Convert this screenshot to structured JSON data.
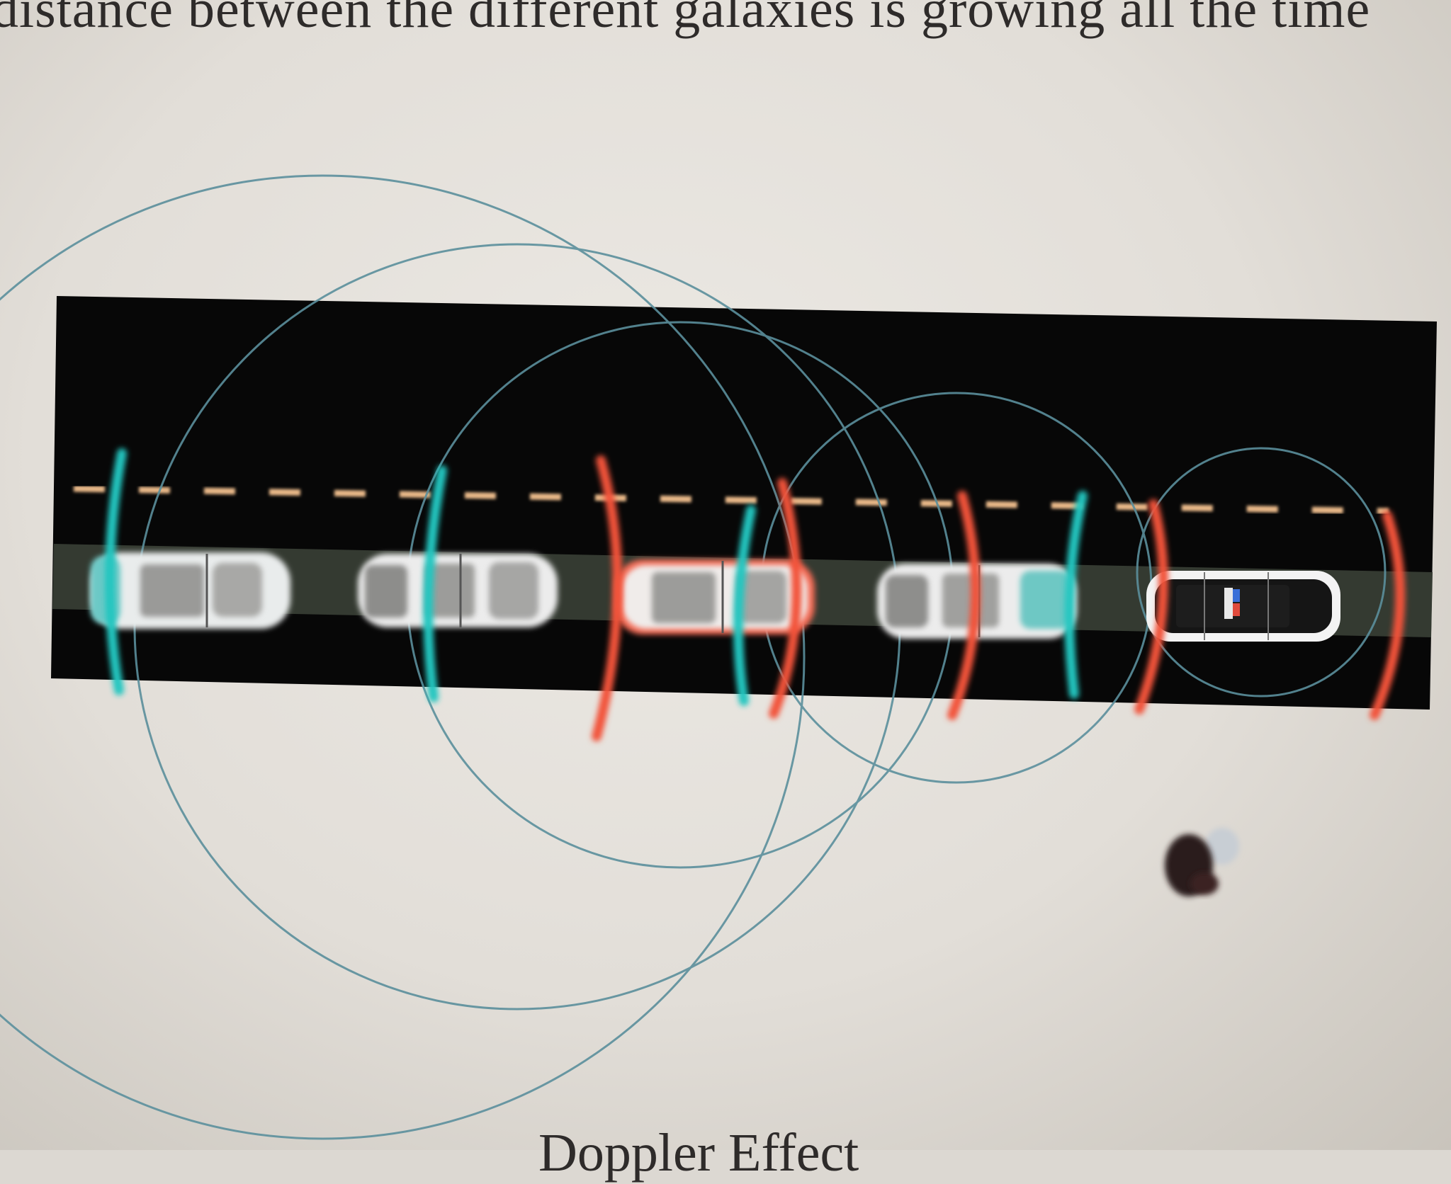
{
  "page": {
    "top_text": "distance between the different galaxies is growing all the time",
    "caption": "Doppler Effect"
  },
  "diagram": {
    "road_color": "#070707",
    "lane_color": "#343a31",
    "dash_color": "#e8b888",
    "wave_color": "#5b8f9c",
    "blue_shift_color": "#24c6c0",
    "red_shift_color": "#f2533a",
    "car_body_color": "#eeeeee",
    "observer": "person"
  }
}
